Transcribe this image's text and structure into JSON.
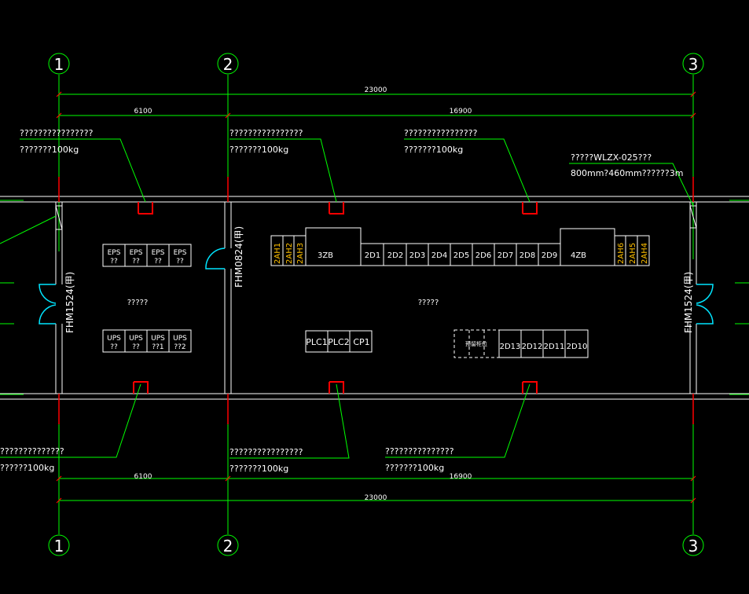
{
  "axes": {
    "top": [
      "1",
      "2",
      "3"
    ],
    "bottom": [
      "1",
      "2",
      "3"
    ]
  },
  "dimensions": {
    "top_total": "23000",
    "top_left": "6100",
    "top_right": "16900",
    "bottom_left": "6100",
    "bottom_right": "16900",
    "bottom_total": "23000"
  },
  "callouts": {
    "top_1_line1": "????????????????",
    "top_1_line2": "???????100kg",
    "top_2_line1": "????????????????",
    "top_2_line2": "???????100kg",
    "top_3_line1": "????????????????",
    "top_3_line2": "???????100kg",
    "right_line1": "?????WLZX-025???",
    "right_line2": "800mm?460mm??????3m",
    "bottom_1_line1": "??????????????",
    "bottom_1_line2": "??????100kg",
    "bottom_2_line1": "????????????????",
    "bottom_2_line2": "???????100kg",
    "bottom_3_line1": "???????????????",
    "bottom_3_line2": "???????100kg"
  },
  "doors": {
    "left": "FHM1524(甲)",
    "middle": "FHM0824(甲)",
    "right": "FHM1524(甲)"
  },
  "rooms": {
    "left_label": "?????",
    "right_label": "?????"
  },
  "eps_panels": [
    {
      "line1": "EPS",
      "line2": "??"
    },
    {
      "line1": "EPS",
      "line2": "??"
    },
    {
      "line1": "EPS",
      "line2": "??"
    },
    {
      "line1": "EPS",
      "line2": "??"
    }
  ],
  "ups_panels": [
    {
      "line1": "UPS",
      "line2": "??"
    },
    {
      "line1": "UPS",
      "line2": "??"
    },
    {
      "line1": "UPS",
      "line2": "??1"
    },
    {
      "line1": "UPS",
      "line2": "??2"
    }
  ],
  "switchgear_row": {
    "yellow_left": [
      "2AH1",
      "2AH2",
      "2AH3"
    ],
    "transformer_left": "3ZB",
    "cabinets": [
      "2D1",
      "2D2",
      "2D3",
      "2D4",
      "2D5",
      "2D6",
      "2D7",
      "2D8",
      "2D9"
    ],
    "transformer_right": "4ZB",
    "yellow_right_a": "2AH6",
    "yellow_right_b": [
      "2AH5",
      "2AH4"
    ]
  },
  "plc_row": [
    "PLC1",
    "PLC2",
    "CP1"
  ],
  "lower_row": {
    "dashed_label": "预留柜位",
    "cabinets": [
      "2D13",
      "2D12",
      "2D11",
      "2D10"
    ]
  },
  "colors": {
    "background": "#000000",
    "line": "#ffffff",
    "green": "#00ff00",
    "red": "#ff0000",
    "cyan": "#00e5ff",
    "yellow": "#ffc000"
  }
}
